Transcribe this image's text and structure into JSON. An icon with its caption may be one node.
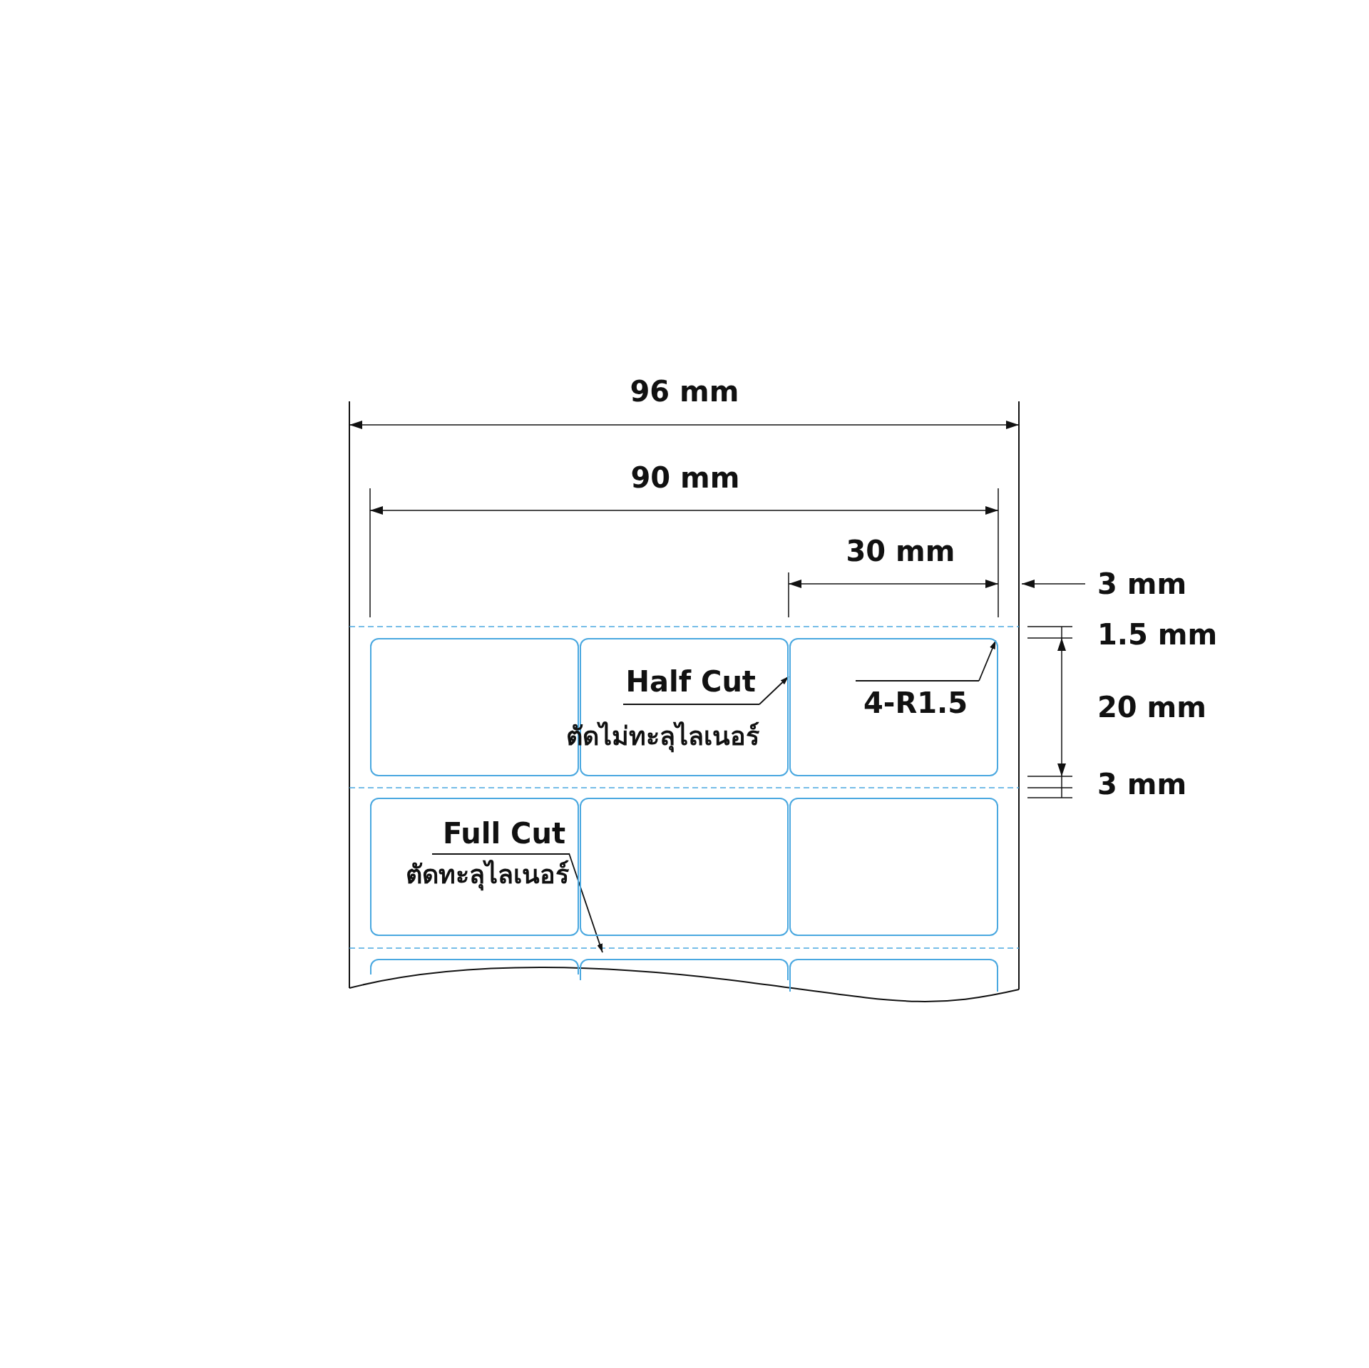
{
  "diagram": {
    "nodes": [
      {
        "text": [],
        "shape": "box"
      },
      {
        "text": [],
        "shape": "box"
      },
      {
        "text": [],
        "shape": "box"
      },
      {
        "text": [],
        "shape": "box"
      },
      {
        "text": [],
        "shape": "box"
      },
      {
        "text": [],
        "shape": "box"
      },
      {
        "text": [],
        "shape": "box"
      },
      {
        "text": [],
        "shape": "box"
      },
      {
        "text": [],
        "shape": "box"
      },
      {
        "text": [
          "Half Cut",
          "ตัดไม่ทะลุไลเนอร์"
        ]
      },
      {
        "text": [
          "4-R1.5"
        ],
        "in": 2
      },
      {
        "text": [
          "Full Cut",
          "ตัดทะลุไลเนอร์"
        ],
        "in": 3
      }
    ],
    "edges": [
      {
        "from": 9,
        "to": 2,
        "arrow": "to"
      },
      {
        "from": 10,
        "to": 2,
        "arrow": "to"
      },
      {
        "from": 11,
        "to": 7,
        "arrow": "to"
      }
    ],
    "labels": [
      "96 mm",
      "90 mm",
      "30 mm",
      "3 mm",
      "1.5 mm",
      "20 mm",
      "3 mm"
    ]
  }
}
